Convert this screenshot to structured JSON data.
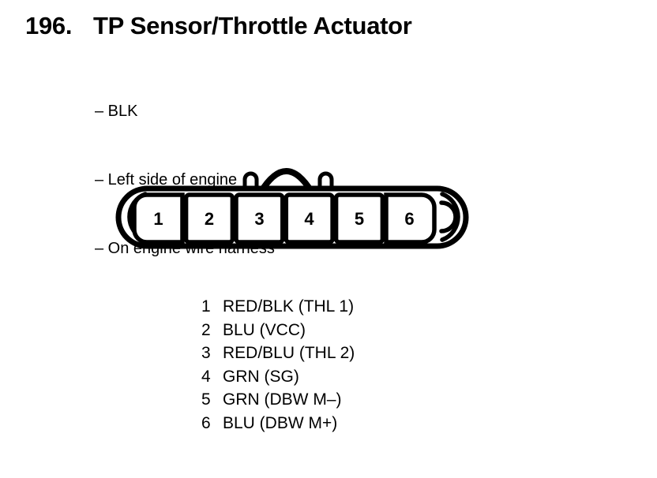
{
  "figure": {
    "number": "196.",
    "title": "TP Sensor/Throttle Actuator"
  },
  "notes": [
    "– BLK",
    "– Left side of engine",
    "– On engine wire harness"
  ],
  "connector": {
    "pins": [
      "1",
      "2",
      "3",
      "4",
      "5",
      "6"
    ]
  },
  "legend": [
    {
      "pin": "1",
      "label": "RED/BLK (THL 1)"
    },
    {
      "pin": "2",
      "label": "BLU (VCC)"
    },
    {
      "pin": "3",
      "label": "RED/BLU (THL 2)"
    },
    {
      "pin": "4",
      "label": "GRN (SG)"
    },
    {
      "pin": "5",
      "label": "GRN (DBW M–)"
    },
    {
      "pin": "6",
      "label": "BLU (DBW M+)"
    }
  ],
  "colors": {
    "ink": "#000000",
    "background": "#ffffff"
  }
}
